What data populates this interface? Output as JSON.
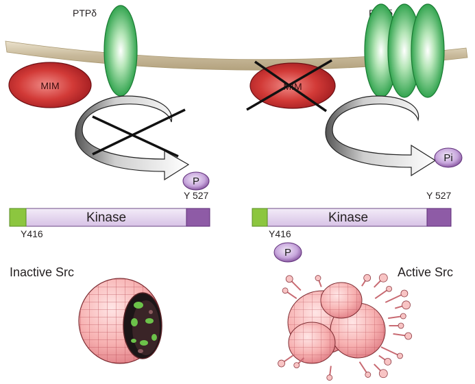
{
  "left_panel": {
    "ptp_label": "PTPδ",
    "mim_label": "MIM",
    "phospho_label": "P",
    "kinase_label": "Kinase",
    "y527_label": "Y 527",
    "y416_label": "Y416",
    "caption": "Inactive Src"
  },
  "right_panel": {
    "ptp_label": "PTPδ",
    "mim_label": "MIM",
    "pi_label": "Pi",
    "kinase_label": "Kinase",
    "y527_label": "Y 527",
    "y416_label": "Y416",
    "phospho_label": "P",
    "caption": "Active Src"
  },
  "colors": {
    "membrane": "#c8b99a",
    "mim": "#c8282e",
    "ptp": "#2aa84a",
    "phospho": "#8e5ba6",
    "kinase_body": "#e2d3ee",
    "kinase_green": "#8cc63f",
    "kinase_purple": "#8e5ba6",
    "cell": "#f4a7a7"
  }
}
